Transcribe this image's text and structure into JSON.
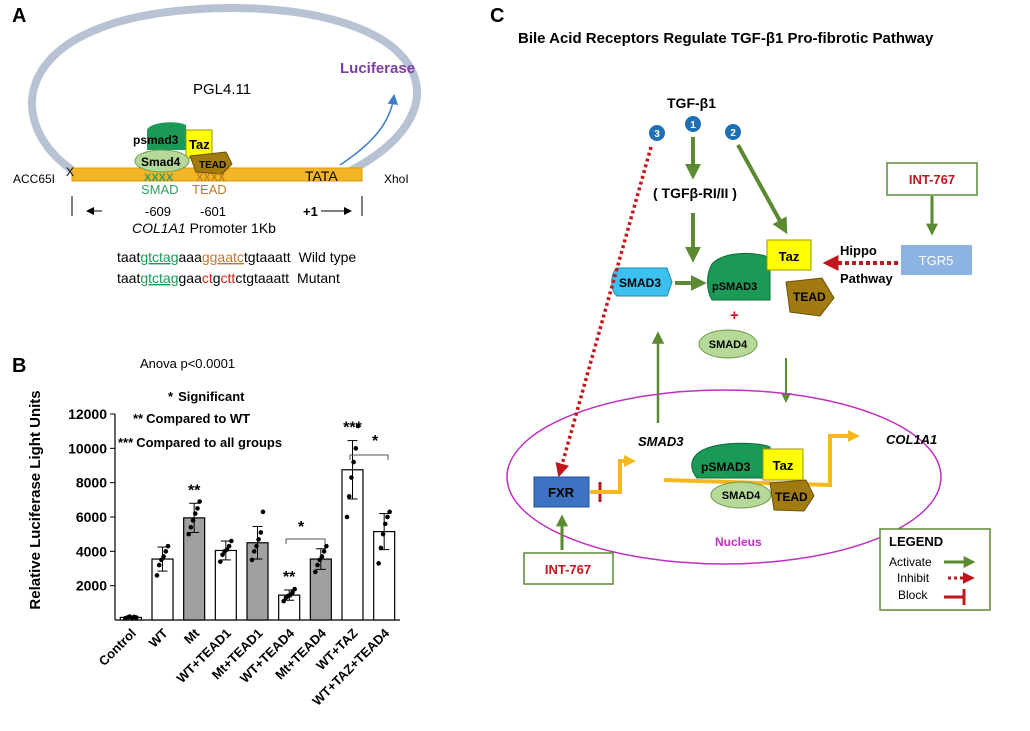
{
  "panel_a": {
    "label": "A",
    "plasmid_name": "PGL4.11",
    "reporter": "Luciferase",
    "site_left": "ACC65I",
    "site_right": "XhoI",
    "tata": "TATA",
    "site_x": "X",
    "smad_site": "SMAD",
    "tead_site": "TEAD",
    "site_marks_smad": "XXXX",
    "site_marks_tead": "XXXX",
    "pos_609": "-609",
    "pos_601": "-601",
    "pos_plus1": "+1",
    "promoter_gene": "COL1A1",
    "promoter_suffix": " Promoter 1Kb",
    "protein_psmad3": "psmad3",
    "protein_taz": "Taz",
    "protein_smad4": "Smad4",
    "protein_tead": "TEAD",
    "wt_seq": {
      "p1": "taat",
      "smad": "gtctag",
      "p2": "aaa",
      "tead": "ggaatc",
      "p3": "tgtaaatt",
      "label": "Wild type"
    },
    "mut_seq": {
      "p1": "taat",
      "smad": "gtctag",
      "p2": "gaa",
      "m1": "ct",
      "p3": "g",
      "m2": "ctt",
      "p4": "ctgtaaatt",
      "label": "Mutant"
    }
  },
  "panel_b": {
    "label": "B",
    "anova": "Anova p<0.0001",
    "legend": [
      {
        "sym": "*",
        "text": "Significant"
      },
      {
        "sym": "**",
        "text": "Compared to  WT"
      },
      {
        "sym": "***",
        "text": "Compared to all groups"
      }
    ],
    "sig_bracket_1": "*",
    "sig_bracket_2": "*"
  },
  "chart_data": {
    "type": "bar",
    "ylabel": "Relative Luciferase Light Units",
    "ylim": [
      0,
      12000
    ],
    "yticks": [
      2000,
      4000,
      6000,
      8000,
      10000,
      12000
    ],
    "categories": [
      "Control",
      "WT",
      "Mt",
      "WT+TEAD1",
      "Mt+TEAD1",
      "WT+TEAD4",
      "Mt+TEAD4",
      "WT+TAZ",
      "WT+TAZ+TEAD4"
    ],
    "values": [
      150,
      3550,
      5950,
      4050,
      4500,
      1450,
      3550,
      8750,
      5150
    ],
    "errors": [
      50,
      700,
      850,
      550,
      950,
      300,
      600,
      1700,
      1050
    ],
    "fill": [
      "white",
      "white",
      "gray",
      "white",
      "gray",
      "white",
      "gray",
      "white",
      "white"
    ],
    "annotations": [
      "",
      "",
      "**",
      "",
      "",
      "**",
      "",
      "***",
      ""
    ],
    "points": [
      [
        100,
        150,
        200,
        120,
        180,
        140
      ],
      [
        2600,
        3200,
        3500,
        3700,
        4000,
        4300
      ],
      [
        5000,
        5400,
        5800,
        6200,
        6500,
        6900
      ],
      [
        3400,
        3800,
        4000,
        4100,
        4300,
        4600
      ],
      [
        3500,
        4000,
        4300,
        4700,
        5100,
        6300
      ],
      [
        1100,
        1300,
        1400,
        1450,
        1600,
        1800
      ],
      [
        2800,
        3200,
        3500,
        3700,
        4000,
        4300
      ],
      [
        6000,
        7200,
        8300,
        9200,
        10000,
        11300
      ],
      [
        3300,
        4200,
        5000,
        5600,
        6000,
        6300
      ]
    ],
    "colors": {
      "gray": "#a0a0a0",
      "white": "#ffffff"
    }
  },
  "panel_c": {
    "label": "C",
    "title": "Bile Acid Receptors Regulate TGF-β1 Pro-fibrotic Pathway",
    "tgf": "TGF-β1",
    "receptor": "( TGFβ-RI/II )",
    "step1": "1",
    "step2": "2",
    "step3": "3",
    "int767_top": "INT-767",
    "tgr5": "TGR5",
    "hippo": "Hippo",
    "pathway": "Pathway",
    "smad3": "SMAD3",
    "psmad3": "pSMAD3",
    "taz": "Taz",
    "tead": "TEAD",
    "plus": "+",
    "smad4": "SMAD4",
    "fxr": "FXR",
    "smad3_gene": "SMAD3",
    "col1a1": "COL1A1",
    "nucleus": "Nucleus",
    "int767_bottom": "INT-767",
    "legend_title": "LEGEND",
    "legend_activate": "Activate",
    "legend_inhibit": "Inhibit",
    "legend_block": "Block",
    "colors": {
      "activate": "#5b8a32",
      "inhibit": "#c0161c",
      "nucleus": "#c030c0"
    }
  }
}
